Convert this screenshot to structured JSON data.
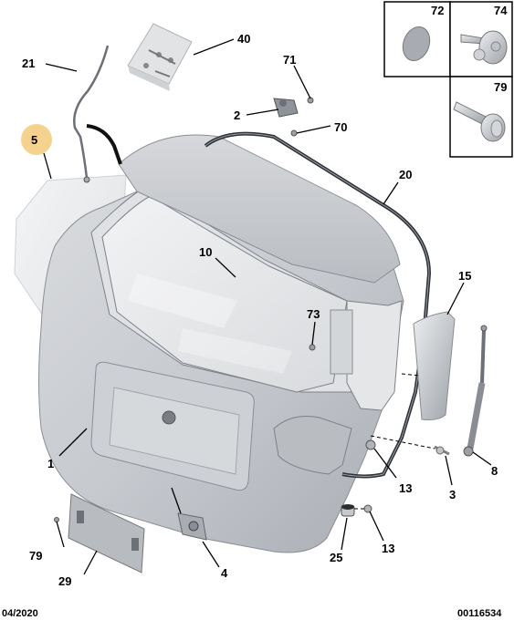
{
  "callouts": {
    "p72": "72",
    "p74": "74",
    "p79a": "79",
    "p40": "40",
    "p21": "21",
    "p71": "71",
    "p2": "2",
    "p70": "70",
    "p5": "5",
    "p20": "20",
    "p10": "10",
    "p15": "15",
    "p73": "73",
    "p1": "1",
    "p13a": "13",
    "p8": "8",
    "p3": "3",
    "p79b": "79",
    "p4": "4",
    "p25": "25",
    "p13b": "13",
    "p29": "29"
  },
  "footer": {
    "date": "04/2020",
    "reference": "00116534"
  },
  "colors": {
    "body_panel": "#c9ccd1",
    "body_shade": "#b3b7bd",
    "glass": "#e6e8ea",
    "highlight_circle": "#f5d38f",
    "black": "#000000"
  }
}
